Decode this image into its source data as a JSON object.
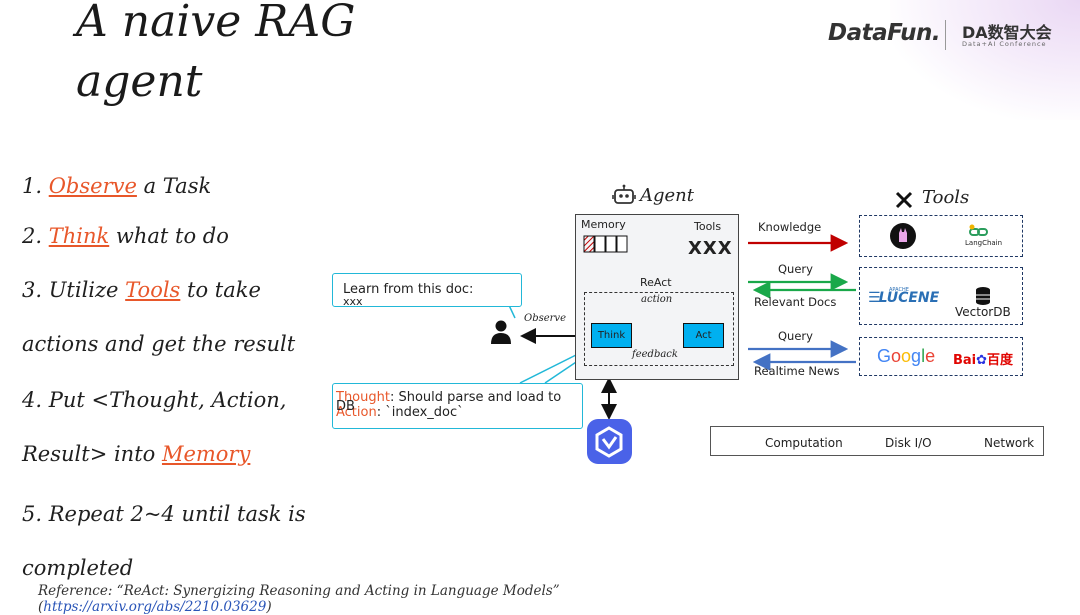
{
  "title": "A naive RAG agent",
  "logos": {
    "datafun": "DataFun.",
    "da": "DA数智大会",
    "da_sub": "Data+AI Conference"
  },
  "steps": [
    {
      "pre": "1. ",
      "hl": "Observe",
      "post": " a Task"
    },
    {
      "pre": "2. ",
      "hl": "Think",
      "post": " what to do"
    },
    {
      "pre": "3. Utilize ",
      "hl": "Tools",
      "post": " to take"
    },
    {
      "pre": "actions and get the result",
      "hl": "",
      "post": ""
    },
    {
      "pre": "4. Put <Thought, Action,",
      "hl": "",
      "post": ""
    },
    {
      "pre": "Result> into ",
      "hl": "Memory",
      "post": ""
    },
    {
      "pre": "5. Repeat 2~4 until task is",
      "hl": "",
      "post": ""
    },
    {
      "pre": "completed",
      "hl": "",
      "post": ""
    }
  ],
  "reference": {
    "line1": "Reference: “ReAct: Synergizing Reasoning and Acting in Language Models”",
    "line2_pre": "(",
    "link": "https://arxiv.org/abs/2210.03629",
    "line2_post": ")"
  },
  "diagram": {
    "agent_title": "Agent",
    "tools_title": "Tools",
    "memory_label": "Memory",
    "agent_tools_label": "Tools",
    "agent_tools_icon": "XXX",
    "react_label": "ReAct",
    "action_label": "action",
    "feedback_label": "feedback",
    "think_label": "Think",
    "act_label": "Act",
    "observe_label": "Observe",
    "bubble_top": {
      "line1": "Learn from this doc:",
      "line2": "xxx"
    },
    "bubble_bottom": {
      "thought_key": "Thought",
      "thought_text": ": Should parse and load to",
      "db": "DB",
      "action_key": "Action",
      "action_text": ": `index_doc`"
    },
    "arrows": {
      "knowledge": "Knowledge",
      "query1": "Query",
      "relevant_docs": "Relevant Docs",
      "query2": "Query",
      "realtime_news": "Realtime News"
    },
    "tools": {
      "langchain": "LangChain",
      "lucene_top": "APACHE",
      "lucene": "LUCENE",
      "vectordb": "VectorDB",
      "google": [
        "G",
        "o",
        "o",
        "g",
        "l",
        "e"
      ],
      "baidu": "Bai",
      "baidu_cn": "百度"
    },
    "legend": {
      "computation": "Computation",
      "disk": "Disk I/O",
      "network": "Network"
    },
    "colors": {
      "red": "#c00000",
      "green": "#1aa84a",
      "blue": "#4472c4",
      "cyan": "#22b8d8",
      "think_fill": "#00b0f0",
      "orange": "#e8572a"
    }
  }
}
